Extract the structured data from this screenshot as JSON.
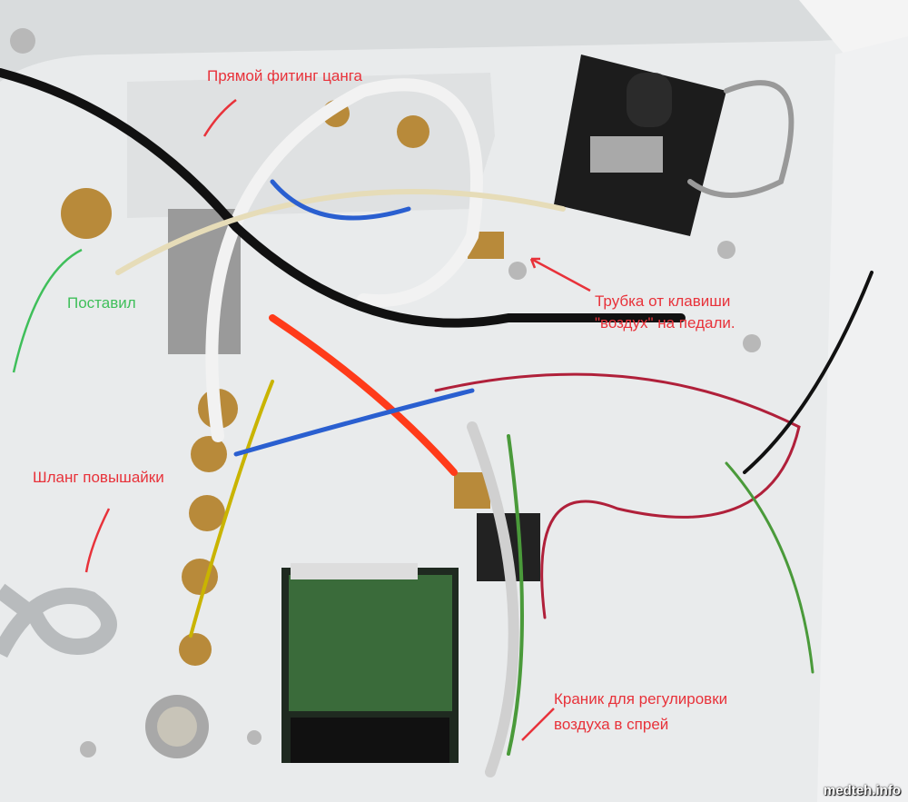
{
  "annotations": {
    "straight_fitting": "Прямой фитинг цанга",
    "installed": "Поставил",
    "pedal_tube_line1": "Трубка от клавиши",
    "pedal_tube_line2": "\"воздух\" на педали.",
    "booster_hose": "Шланг повышайки",
    "valve_line1": "Краник для регулировки",
    "valve_line2": "воздуха в спрей"
  },
  "watermark": "medteh.info",
  "colors": {
    "annotation_red": "#e8323a",
    "annotation_green": "#3fbf5a"
  }
}
